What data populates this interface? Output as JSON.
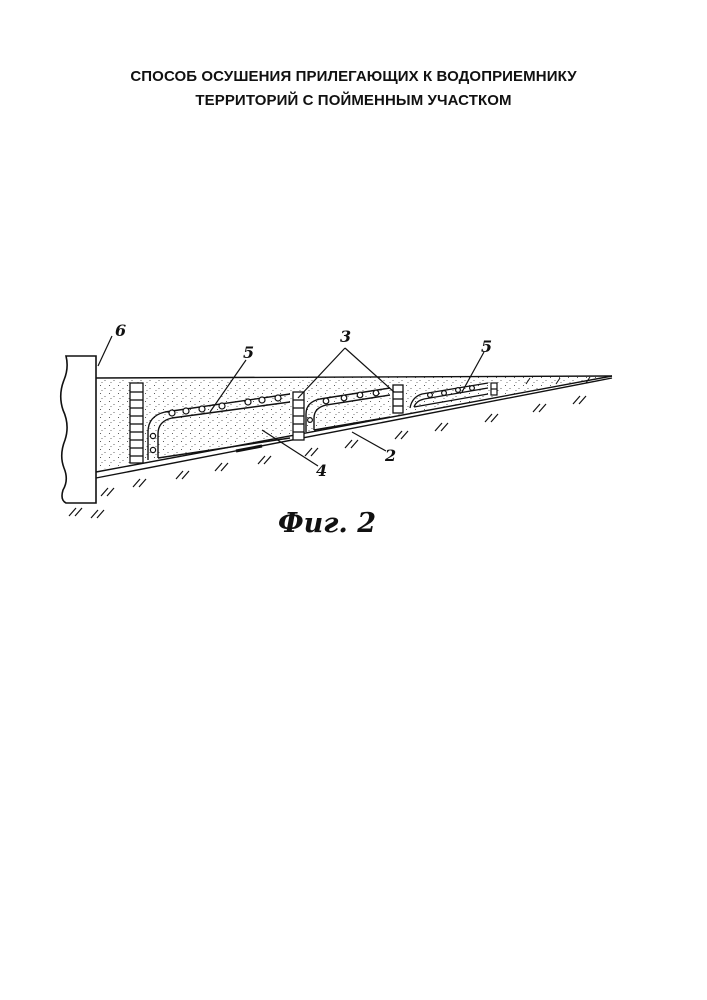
{
  "title": {
    "line1": "СПОСОБ ОСУШЕНИЯ ПРИЛЕГАЮЩИХ К ВОДОПРИЕМНИКУ",
    "line2": "ТЕРРИТОРИЙ С ПОЙМЕННЫМ УЧАСТКОМ"
  },
  "figure": {
    "caption": "Фиг. 2",
    "labels": {
      "l6": "6",
      "l5a": "5",
      "l3": "3",
      "l5b": "5",
      "l4": "4",
      "l2": "2"
    }
  }
}
